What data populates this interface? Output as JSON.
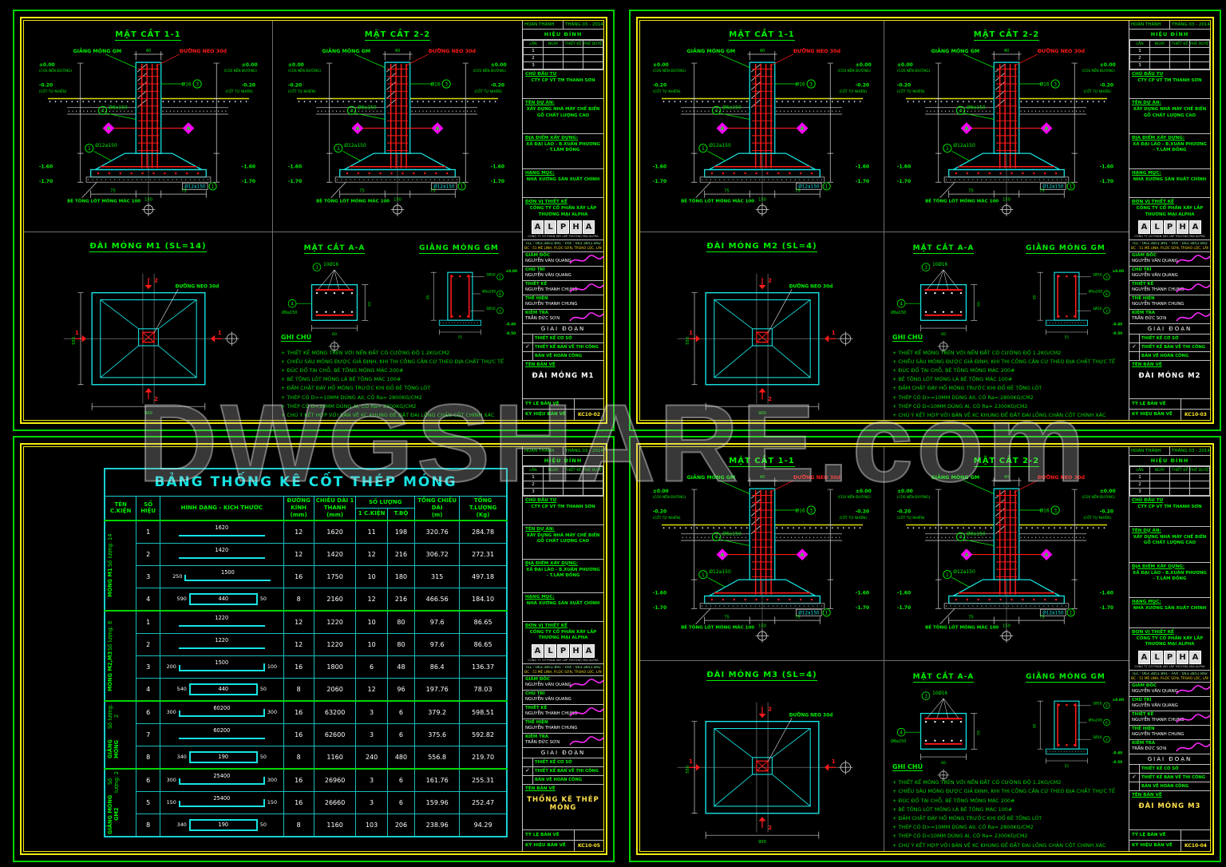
{
  "watermark": "DWGSHARE.com",
  "colors": {
    "sheet_border_green": "#00d400",
    "sheet_border_yellow": "#f4ea12",
    "drawing_cyan": "#17e2e2",
    "rebar_red": "#ff1a1a",
    "annotation_green": "#00ef00",
    "marker_magenta": "#ff00ff",
    "code_yellow": "#ffe928"
  },
  "titles": {
    "s11": "MẶT CẮT 1-1",
    "s22": "MẶT CẮT 2-2",
    "saa": "MẶT CẮT A-A",
    "sgm": "GIẰNG MÓNG GM",
    "ghichu": "GHI CHÚ"
  },
  "sheets": {
    "tl": {
      "name": "ĐÀI MÓNG M1",
      "name_color": "#ffffff",
      "code": "KC10-02",
      "plan_title": "ĐÀI MÓNG M1 (SL=14)"
    },
    "tr": {
      "name": "ĐÀI MÓNG M2",
      "name_color": "#ffffff",
      "code": "KC10-03",
      "plan_title": "ĐÀI MÓNG M2 (SL=4)"
    },
    "bl": {
      "name": "THỐNG KÊ THÉP MÓNG",
      "name_color": "#ffe14d",
      "code": "KC10-05",
      "plan_title": ""
    },
    "br": {
      "name": "ĐÀI MÓNG M3",
      "name_color": "#ffe14d",
      "code": "KC10-04",
      "plan_title": "ĐÀI MÓNG M3 (SL=4)"
    }
  },
  "dl": {
    "gm_beam": "GIẰNG MÓNG GM",
    "anchor": "ĐƯỜNG NEO 30d",
    "lv0": "±0.00",
    "cos": "(COS NỀN ĐƯỜNG)",
    "lv020": "-0.20",
    "tn": "(CỐT TỰ NHIÊN)",
    "lv160": "-1.60",
    "lv170": "-1.70",
    "lv040": "-0.40",
    "lv050": "-0.50",
    "lot": "BÊ TÔNG LÓT MÓNG MÁC 100",
    "c1_lbl": "Ø12a150",
    "c3_lbl": "Ø16",
    "c4_lbl": "Ø6a150",
    "aa_bars": "10Ø16",
    "gm_top": "3Ø16",
    "gm_mid": "Ø6a200",
    "gm_bot": "3Ø16",
    "nA": "A",
    "n1": "1",
    "n2": "2",
    "n3": "3",
    "n4": "4",
    "n5": "5",
    "n6": "6",
    "n7": "7",
    "d40": "40",
    "d75": "75",
    "d150": "150",
    "d900": "900",
    "d550": "550",
    "d60": "60",
    "d55": "55",
    "d85": "85"
  },
  "notes": [
    "+ THIẾT KẾ MÓNG TRÊN VỚI NỀN ĐẤT CÓ CƯỜNG ĐỘ 1.2KG/CM2",
    "+ CHIỀU SÂU MÓNG ĐƯỢC GIẢ ĐỊNH, KHI THI CÔNG CĂN CỨ THEO ĐỊA CHẤT THỰC TẾ",
    "+ ĐÚC ĐỔ TẠI CHỖ, BÊ TÔNG MÓNG MÁC 200#",
    "+ BÊ TÔNG LÓT MÓNG LÀ BÊ TÔNG MÁC 100#",
    "+ ĐẦM CHẶT ĐÁY HỐ MÓNG TRƯỚC KHI ĐỔ BÊ TÔNG LÓT",
    "+ THÉP CÓ D>=10MM DÙNG AII, CÓ Ra= 2800KG/CM2",
    "+ THÉP CÓ D<10MM DÙNG AI, CÓ Ra= 2300KG/CM2",
    "+ CHÚ Ý KẾT HỢP VỚI BẢN VẼ KC KHUNG ĐỂ ĐẶT ĐAI LỒNG CHÂN CỘT CHÍNH XÁC"
  ],
  "titleblock": {
    "done_label": "HOÀN THÀNH",
    "done_date": "THÁNG 03 - 2014",
    "rev_title": "HIỆU ĐÍNH",
    "rev_cols": [
      "LẦN",
      "NGÀY",
      "THIẾT KẾ",
      "PHÊ DUYỆT"
    ],
    "rev_rows": [
      "1",
      "2",
      "3"
    ],
    "investor_label": "CHỦ ĐẦU TƯ",
    "investor": "CTY CP VT TM THANH SƠN",
    "project_label": "TÊN DỰ ÁN:",
    "project": "XÂY DỰNG NHÀ MÁY CHẾ BIẾN GỖ CHẤT LƯỢNG CAO",
    "location_label": "ĐỊA ĐIỂM XÂY DỰNG:",
    "location": "XÃ ĐẠI LÀO - B.XUÂN PHƯƠNG - T.LÂM ĐỒNG",
    "item_label": "HẠNG MỤC:",
    "item": "NHÀ XƯỞNG SẢN XUẤT CHÍNH",
    "designer_label": "ĐƠN VỊ THIẾT KẾ",
    "designer": "CÔNG TY CỔ PHẦN XÂY LẮP THƯƠNG MẠI ALPHA",
    "logo_letters": [
      "A",
      "L",
      "P",
      "H",
      "A"
    ],
    "logo_caption": "CÔNG TY CỔ PHẦN XÂY LẮP THƯƠNG MẠI ALPHA",
    "tel_line": "TEL : 063.3851.891 - FAX : 063.3851.892",
    "addr_line": "ĐC : 51 MÊ LINH, P.LỘC SƠN, TP.BẢO LỘC, LÂM ĐỒNG",
    "persons": [
      {
        "role": "GIÁM ĐỐC",
        "name": "NGUYỄN VĂN QUANG",
        "signed": true
      },
      {
        "role": "CHỦ TRÌ",
        "name": "NGUYỄN VĂN QUANG",
        "signed": false
      },
      {
        "role": "THIẾT KẾ",
        "name": "NGUYỄN THANH CHUNG",
        "signed": true
      },
      {
        "role": "THỂ HIỆN",
        "name": "NGUYỄN THANH CHUNG",
        "signed": false
      },
      {
        "role": "KIỂM TRA",
        "name": "TRẦN ĐỨC SƠN",
        "signed": true
      }
    ],
    "stage_label": "GIAI ĐOẠN",
    "stages": [
      {
        "label": "THIẾT KẾ CƠ SỞ",
        "checked": false
      },
      {
        "label": "THIẾT KẾ BẢN VẼ THI CÔNG",
        "checked": true
      },
      {
        "label": "BẢN VẼ HOÀN CÔNG",
        "checked": false
      }
    ],
    "check_glyph": "✓",
    "name_label": "TÊN BẢN VẼ",
    "scale_label": "TỶ LỆ BẢN VẼ",
    "code_label": "KÝ HIỆU BẢN VẼ"
  },
  "table": {
    "title": "BẢNG THỐNG KÊ CỐT THÉP MÓNG",
    "headers": {
      "component": "TÊN\nC.KIỆN",
      "no": "SỐ\nHIỆU",
      "shape": "HÌNH DẠNG - KÍCH THƯỚC",
      "dia": "ĐƯỜNG KÍNH",
      "dia_u": "(mm)",
      "len": "CHIỀU DÀI 1 THANH",
      "len_u": "(mm)",
      "qty": "SỐ LƯỢNG",
      "qty1": "1 C.KIỆN",
      "qty2": "T.BỘ",
      "tlen": "TỔNG CHIỀU DÀI",
      "tlen_u": "(m)",
      "weight": "TỔNG T.LƯỢNG",
      "weight_u": "(Kg)"
    },
    "groups": [
      {
        "name": "MÓNG M1",
        "qty": "Số lượng: 14",
        "rows": [
          {
            "no": "1",
            "shape": {
              "type": "line",
              "main": "1620"
            },
            "dia": "12",
            "len": "1620",
            "per": "11",
            "total": "198",
            "tlen": "320.76",
            "weight": "284.78"
          },
          {
            "no": "2",
            "shape": {
              "type": "line",
              "main": "1420"
            },
            "dia": "12",
            "len": "1420",
            "per": "12",
            "total": "216",
            "tlen": "306.72",
            "weight": "272.31"
          },
          {
            "no": "3",
            "shape": {
              "type": "hook",
              "left": "250",
              "main": "1500"
            },
            "dia": "16",
            "len": "1750",
            "per": "10",
            "total": "180",
            "tlen": "315",
            "weight": "497.18"
          },
          {
            "no": "4",
            "shape": {
              "type": "stirrup",
              "left": "590",
              "main": "440",
              "right": "50"
            },
            "dia": "8",
            "len": "2160",
            "per": "12",
            "total": "216",
            "tlen": "466.56",
            "weight": "184.10"
          }
        ]
      },
      {
        "name": "MÓNG M2,M3",
        "qty": "Số lượng: 8",
        "rows": [
          {
            "no": "1",
            "shape": {
              "type": "line",
              "main": "1220"
            },
            "dia": "12",
            "len": "1220",
            "per": "10",
            "total": "80",
            "tlen": "97.6",
            "weight": "86.65"
          },
          {
            "no": "2",
            "shape": {
              "type": "line",
              "main": "1220"
            },
            "dia": "12",
            "len": "1220",
            "per": "10",
            "total": "80",
            "tlen": "97.6",
            "weight": "86.65"
          },
          {
            "no": "3",
            "shape": {
              "type": "hook2",
              "left": "200",
              "main": "1500",
              "right": "100"
            },
            "dia": "16",
            "len": "1800",
            "per": "6",
            "total": "48",
            "tlen": "86.4",
            "weight": "136.37"
          },
          {
            "no": "4",
            "shape": {
              "type": "stirrup",
              "left": "540",
              "main": "440",
              "right": "50"
            },
            "dia": "8",
            "len": "2060",
            "per": "12",
            "total": "96",
            "tlen": "197.76",
            "weight": "78.03"
          }
        ]
      },
      {
        "name": "GIẰNG MÓNG",
        "qty": "Số lượng: 2",
        "rows": [
          {
            "no": "6",
            "shape": {
              "type": "hook2",
              "left": "300",
              "main": "60200",
              "right": "300"
            },
            "dia": "16",
            "len": "63200",
            "per": "3",
            "total": "6",
            "tlen": "379.2",
            "weight": "598.51"
          },
          {
            "no": "7",
            "shape": {
              "type": "line",
              "main": "60200"
            },
            "dia": "16",
            "len": "62600",
            "per": "3",
            "total": "6",
            "tlen": "375.6",
            "weight": "592.82"
          },
          {
            "no": "8",
            "shape": {
              "type": "stirrup",
              "left": "340",
              "main": "190",
              "right": "50"
            },
            "dia": "8",
            "len": "1160",
            "per": "240",
            "total": "480",
            "tlen": "556.8",
            "weight": "219.70"
          }
        ]
      },
      {
        "name": "GIẰNG MÓNG GM2",
        "qty": "Số lượng: 2",
        "rows": [
          {
            "no": "6",
            "shape": {
              "type": "hook2",
              "left": "300",
              "main": "25400",
              "right": "300"
            },
            "dia": "16",
            "len": "26960",
            "per": "3",
            "total": "6",
            "tlen": "161.76",
            "weight": "255.31"
          },
          {
            "no": "5",
            "shape": {
              "type": "hook2",
              "left": "150",
              "main": "25400",
              "right": "150"
            },
            "dia": "16",
            "len": "26660",
            "per": "3",
            "total": "6",
            "tlen": "159.96",
            "weight": "252.47"
          },
          {
            "no": "8",
            "shape": {
              "type": "stirrup",
              "left": "340",
              "main": "190",
              "right": "50"
            },
            "dia": "8",
            "len": "1160",
            "per": "103",
            "total": "206",
            "tlen": "238.96",
            "weight": "94.29"
          }
        ]
      }
    ]
  }
}
